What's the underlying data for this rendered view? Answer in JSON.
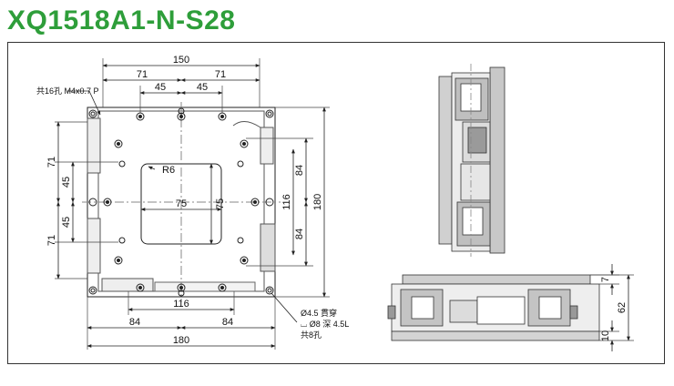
{
  "title": "XQ1518A1-N-S28",
  "colors": {
    "title": "#2e9e3a",
    "line": "#222222",
    "part": "#9aa0a6",
    "body": "#e6e6e6"
  },
  "top_view": {
    "notes": {
      "holes_16": "共16孔 M4x0.7 P",
      "radius": "R6",
      "holes_8": "共8孔"
    },
    "hole_callout": {
      "through": "Ø4.5 貫穿",
      "counterbore": "⌴ Ø8 深 4.5L"
    },
    "dims": {
      "overall_width_top": "150",
      "left_71": "71",
      "right_71": "71",
      "left_45": "45",
      "right_45": "45",
      "left_v_71_top": "71",
      "left_v_45_top": "45",
      "left_v_45_bottom": "45",
      "left_v_71_bottom": "71",
      "center_75_h": "75",
      "center_75_v": "75",
      "right_84_top": "84",
      "right_84_bottom": "84",
      "right_116": "116",
      "right_180": "180",
      "bottom_116": "116",
      "bottom_84_left": "84",
      "bottom_84_right": "84",
      "bottom_180": "180"
    }
  },
  "front_view": {
    "dims": {
      "top_7": "7",
      "height_62": "62",
      "bottom_10": "10"
    }
  }
}
